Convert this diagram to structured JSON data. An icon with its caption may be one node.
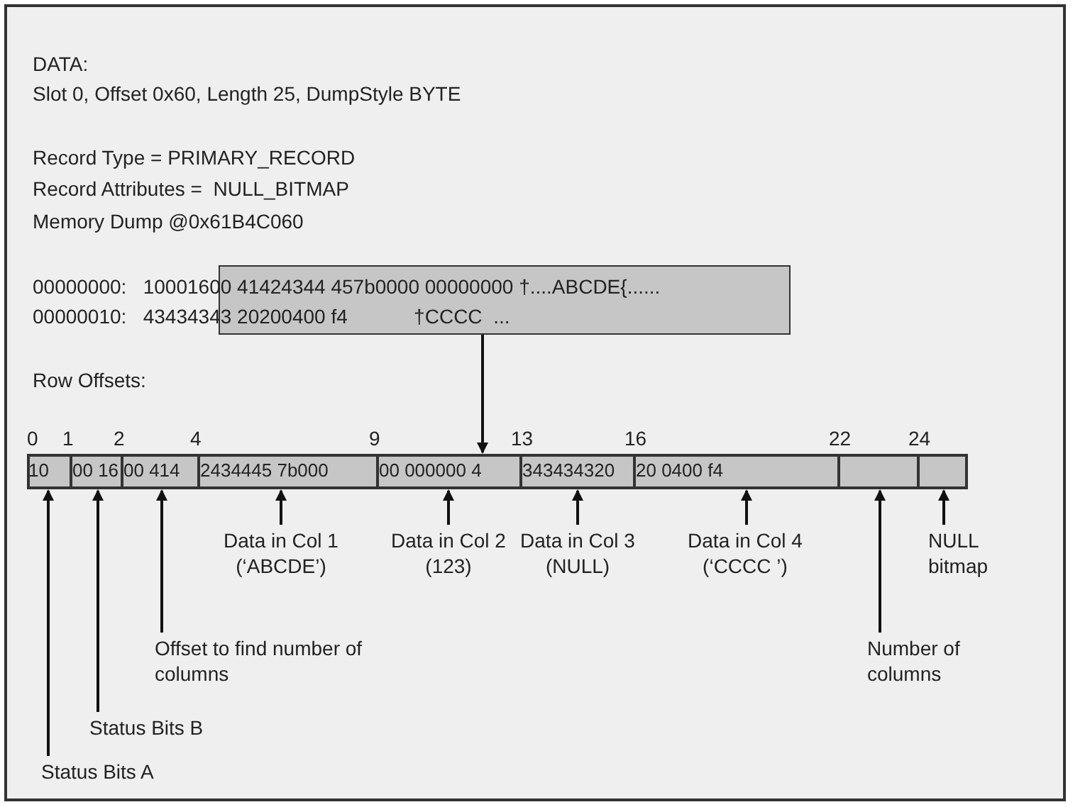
{
  "diagram": {
    "nodes": [
      {
        "text": [],
        "shape": "box"
      },
      {
        "text": [],
        "shape": "bar"
      },
      {
        "text": [
          "10"
        ],
        "in": 1
      },
      {
        "text": [
          "00 16"
        ],
        "in": 1
      },
      {
        "text": [
          "00 414"
        ],
        "in": 1
      },
      {
        "text": [
          "2434445 7b000"
        ],
        "in": 1
      },
      {
        "text": [
          "00 000000 4"
        ],
        "in": 1
      },
      {
        "text": [
          "343434320"
        ],
        "in": 1
      },
      {
        "text": [
          "20 0400 f4"
        ],
        "in": 1
      },
      {
        "text": [],
        "shape": "box",
        "in": 1
      },
      {
        "text": [],
        "shape": "box",
        "in": 1
      },
      {
        "text": [
          "Status Bits A"
        ]
      },
      {
        "text": [
          "Status Bits B"
        ]
      },
      {
        "text": [
          "Offset to find number of columns"
        ]
      },
      {
        "text": [
          "Data in Col 1 (‘ABCDE’)"
        ]
      },
      {
        "text": [
          "Data in Col 2 (123)"
        ]
      },
      {
        "text": [
          "Data in Col 3 (NULL)"
        ]
      },
      {
        "text": [
          "Data in Col 4 (‘CCCC  ’)"
        ]
      },
      {
        "text": [
          "Number of columns"
        ]
      },
      {
        "text": [
          "NULL bitmap"
        ]
      }
    ],
    "edges": [
      {
        "from": 0,
        "to": 1,
        "arrow": "to"
      },
      {
        "from": 11,
        "to": 2,
        "arrow": "to"
      },
      {
        "from": 12,
        "to": 3,
        "arrow": "to"
      },
      {
        "from": 13,
        "to": 4,
        "arrow": "to"
      },
      {
        "from": 14,
        "to": 5,
        "arrow": "to"
      },
      {
        "from": 15,
        "to": 6,
        "arrow": "to"
      },
      {
        "from": 16,
        "to": 7,
        "arrow": "to"
      },
      {
        "from": 17,
        "to": 8,
        "arrow": "to"
      },
      {
        "from": 18,
        "to": 9,
        "arrow": "to"
      },
      {
        "from": 19,
        "to": 10,
        "arrow": "to"
      }
    ],
    "labels": [
      "DATA:",
      "Slot 0, Offset 0x60, Length 25, DumpStyle BYTE",
      "Record Type = PRIMARY_RECORD",
      "Record Attributes =  NULL_BITMAP",
      "Memory Dump @0x61B4C060",
      "00000000:   10001600 41424344 457b0000 00000000 †....ABCDE{......",
      "00000010:   43434343 20200400 f4            †CCCC  ...",
      "Row Offsets:",
      "0",
      "1",
      "2",
      "4",
      "9",
      "13",
      "16",
      "22",
      "24"
    ]
  }
}
